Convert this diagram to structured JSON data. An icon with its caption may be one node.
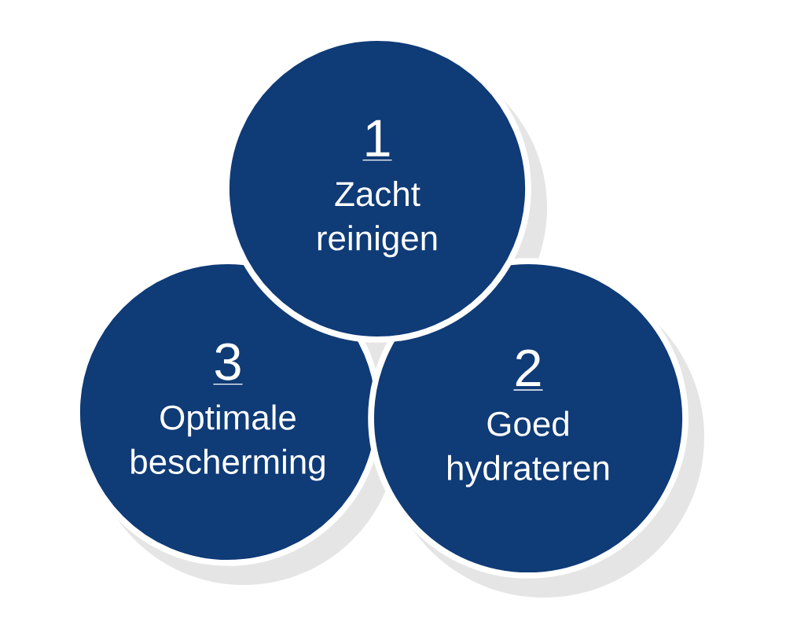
{
  "diagram": {
    "nodes": [
      {
        "text": [
          "1",
          "Zacht reinigen"
        ]
      },
      {
        "text": [
          "3",
          "Optimale bescherming"
        ]
      },
      {
        "text": [
          "2",
          "Goed hydrateren"
        ]
      }
    ]
  }
}
